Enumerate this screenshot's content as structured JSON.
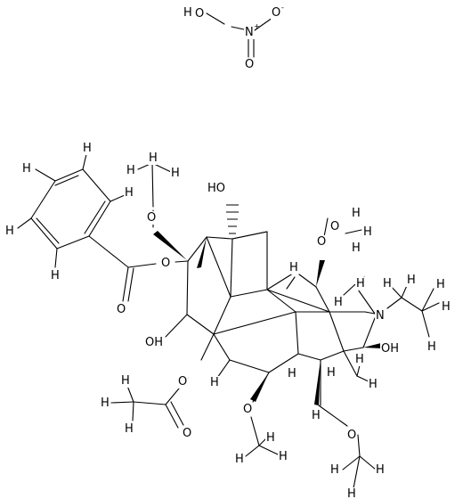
{
  "atom_labels": {
    "o": "O",
    "oh": "OH",
    "ho": "HO",
    "h": "H",
    "n": "N",
    "n_plus": "N",
    "o_minus": "O",
    "plus": "+",
    "minus": "-"
  },
  "colors": {
    "background": "#ffffff",
    "bonds": "#000000",
    "text": "#000000"
  }
}
